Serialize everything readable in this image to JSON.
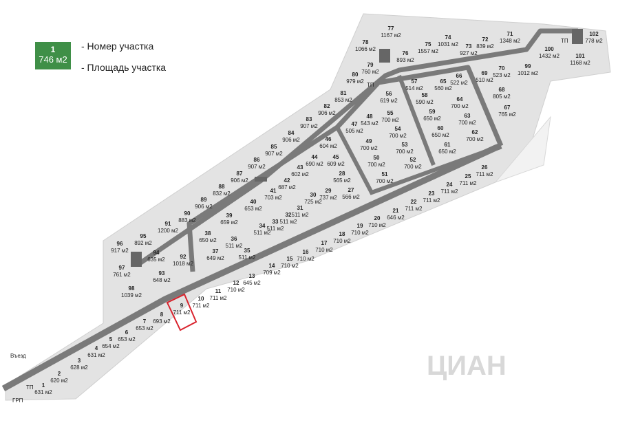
{
  "legend": {
    "sample_number": "1",
    "sample_area": "746 м2",
    "number_label": "- Номер участка",
    "area_label": "- Площадь участка"
  },
  "labels": {
    "entry": "Въезд",
    "grp": "ГРП",
    "tp": "ТП",
    "watermark": "ЦИАН"
  },
  "highlight": {
    "plot": "9"
  },
  "colors": {
    "plot_fill": "#e3e3e3",
    "plot_border": "#ffffff",
    "road": "#7a7a7a",
    "legend_green": "#3f8f47",
    "highlight": "#d9232d"
  },
  "plots": [
    {
      "n": "1",
      "a": "631 м2"
    },
    {
      "n": "2",
      "a": "620 м2"
    },
    {
      "n": "3",
      "a": "628 м2"
    },
    {
      "n": "4",
      "a": "631 м2"
    },
    {
      "n": "5",
      "a": "654 м2"
    },
    {
      "n": "6",
      "a": "653 м2"
    },
    {
      "n": "7",
      "a": "653 м2"
    },
    {
      "n": "8",
      "a": "693 м2"
    },
    {
      "n": "9",
      "a": "711 м2"
    },
    {
      "n": "10",
      "a": "711 м2"
    },
    {
      "n": "11",
      "a": "711 м2"
    },
    {
      "n": "12",
      "a": "710 м2"
    },
    {
      "n": "13",
      "a": "645 м2"
    },
    {
      "n": "14",
      "a": "709 м2"
    },
    {
      "n": "15",
      "a": "710 м2"
    },
    {
      "n": "16",
      "a": "710 м2"
    },
    {
      "n": "17",
      "a": "710 м2"
    },
    {
      "n": "18",
      "a": "710 м2"
    },
    {
      "n": "19",
      "a": "710 м2"
    },
    {
      "n": "20",
      "a": "710 м2"
    },
    {
      "n": "21",
      "a": "646 м2"
    },
    {
      "n": "22",
      "a": "711 м2"
    },
    {
      "n": "23",
      "a": "711 м2"
    },
    {
      "n": "24",
      "a": "711 м2"
    },
    {
      "n": "25",
      "a": "711 м2"
    },
    {
      "n": "26",
      "a": "711 м2"
    },
    {
      "n": "27",
      "a": "566 м2"
    },
    {
      "n": "28",
      "a": "565 м2"
    },
    {
      "n": "29",
      "a": "737 м2"
    },
    {
      "n": "30",
      "a": "725 м2"
    },
    {
      "n": "31",
      "a": "511 м2"
    },
    {
      "n": "32",
      "a": "511 м2"
    },
    {
      "n": "33",
      "a": "511 м2"
    },
    {
      "n": "34",
      "a": "511 м2"
    },
    {
      "n": "35",
      "a": "511 м2"
    },
    {
      "n": "36",
      "a": "511 м2"
    },
    {
      "n": "37",
      "a": "649 м2"
    },
    {
      "n": "38",
      "a": "650 м2"
    },
    {
      "n": "39",
      "a": "659 м2"
    },
    {
      "n": "40",
      "a": "653 м2"
    },
    {
      "n": "41",
      "a": "703 м2"
    },
    {
      "n": "42",
      "a": "687 м2"
    },
    {
      "n": "43",
      "a": "602 м2"
    },
    {
      "n": "44",
      "a": "690 м2"
    },
    {
      "n": "45",
      "a": "609 м2"
    },
    {
      "n": "46",
      "a": "604 м2"
    },
    {
      "n": "47",
      "a": "505 м2"
    },
    {
      "n": "48",
      "a": "543 м2"
    },
    {
      "n": "49",
      "a": "700 м2"
    },
    {
      "n": "50",
      "a": "700 м2"
    },
    {
      "n": "51",
      "a": "700 м2"
    },
    {
      "n": "52",
      "a": "700 м2"
    },
    {
      "n": "53",
      "a": "700 м2"
    },
    {
      "n": "54",
      "a": "700 м2"
    },
    {
      "n": "55",
      "a": "700 м2"
    },
    {
      "n": "56",
      "a": "619 м2"
    },
    {
      "n": "57",
      "a": "514 м2"
    },
    {
      "n": "58",
      "a": "590 м2"
    },
    {
      "n": "59",
      "a": "650 м2"
    },
    {
      "n": "60",
      "a": "650 м2"
    },
    {
      "n": "61",
      "a": "650 м2"
    },
    {
      "n": "62",
      "a": "700 м2"
    },
    {
      "n": "63",
      "a": "700 м2"
    },
    {
      "n": "64",
      "a": "700 м2"
    },
    {
      "n": "65",
      "a": "560 м2"
    },
    {
      "n": "66",
      "a": "522 м2"
    },
    {
      "n": "67",
      "a": "765 м2"
    },
    {
      "n": "68",
      "a": "805 м2"
    },
    {
      "n": "69",
      "a": "510 м2"
    },
    {
      "n": "70",
      "a": "523 м2"
    },
    {
      "n": "71",
      "a": "1348 м2"
    },
    {
      "n": "72",
      "a": "839 м2"
    },
    {
      "n": "73",
      "a": "927 м2"
    },
    {
      "n": "74",
      "a": "1031 м2"
    },
    {
      "n": "75",
      "a": "1557 м2"
    },
    {
      "n": "76",
      "a": "893 м2"
    },
    {
      "n": "77",
      "a": "1167 м2"
    },
    {
      "n": "78",
      "a": "1066 м2"
    },
    {
      "n": "79",
      "a": "760 м2"
    },
    {
      "n": "80",
      "a": "979 м2"
    },
    {
      "n": "81",
      "a": "853 м2"
    },
    {
      "n": "82",
      "a": "906 м2"
    },
    {
      "n": "83",
      "a": "907 м2"
    },
    {
      "n": "84",
      "a": "906 м2"
    },
    {
      "n": "85",
      "a": "907 м2"
    },
    {
      "n": "86",
      "a": "907 м2"
    },
    {
      "n": "87",
      "a": "906 м2"
    },
    {
      "n": "88",
      "a": "832 м2"
    },
    {
      "n": "89",
      "a": "906 м2"
    },
    {
      "n": "90",
      "a": "883 м2"
    },
    {
      "n": "91",
      "a": "1200 м2"
    },
    {
      "n": "92",
      "a": "1018 м2"
    },
    {
      "n": "93",
      "a": "648 м2"
    },
    {
      "n": "94",
      "a": "635 м2"
    },
    {
      "n": "95",
      "a": "892 м2"
    },
    {
      "n": "96",
      "a": "917 м2"
    },
    {
      "n": "97",
      "a": "761 м2"
    },
    {
      "n": "98",
      "a": "1039 м2"
    },
    {
      "n": "99",
      "a": "1012 м2"
    },
    {
      "n": "100",
      "a": "1432 м2"
    },
    {
      "n": "101",
      "a": "1168 м2"
    },
    {
      "n": "102",
      "a": "778 м2"
    }
  ]
}
